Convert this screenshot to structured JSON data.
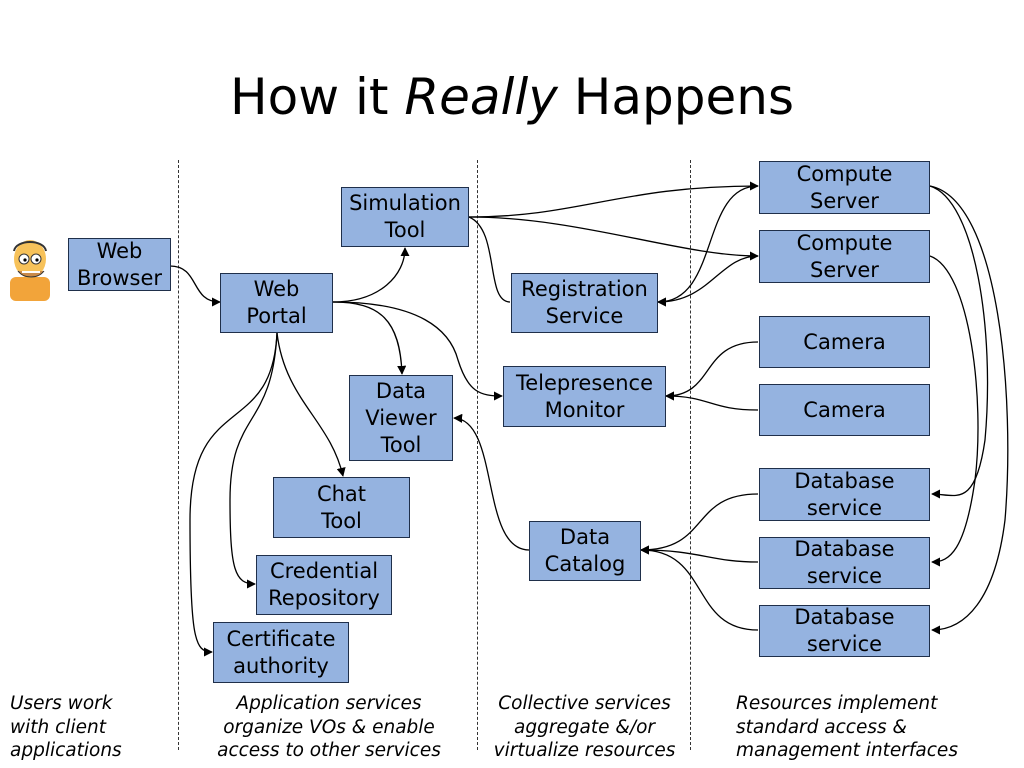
{
  "title": {
    "before": "How it ",
    "emphasis": "Really",
    "after": " Happens"
  },
  "nodes": {
    "web_browser": "Web\nBrowser",
    "web_portal": "Web\nPortal",
    "simulation_tool": "Simulation\nTool",
    "data_viewer_tool": "Data\nViewer\nTool",
    "chat_tool": "Chat\nTool",
    "credential_repository": "Credential\nRepository",
    "certificate_authority": "Certificate\nauthority",
    "registration_service": "Registration\nService",
    "telepresence_monitor": "Telepresence\nMonitor",
    "data_catalog": "Data\nCatalog",
    "compute_server_1": "Compute\nServer",
    "compute_server_2": "Compute\nServer",
    "camera_1": "Camera",
    "camera_2": "Camera",
    "database_service_1": "Database\nservice",
    "database_service_2": "Database\nservice",
    "database_service_3": "Database\nservice"
  },
  "captions": {
    "users": "Users work\nwith client\napplications",
    "application": "Application services\norganize VOs & enable\naccess to other services",
    "collective": "Collective services\naggregate &/or\nvirtualize resources",
    "resources": "Resources implement\nstandard access &\nmanagement interfaces"
  },
  "colors": {
    "node_fill": "#95b3e0",
    "node_border": "#1f2f4a",
    "line": "#000000"
  },
  "icons": {
    "user": "cartoon-user-avatar-icon"
  }
}
